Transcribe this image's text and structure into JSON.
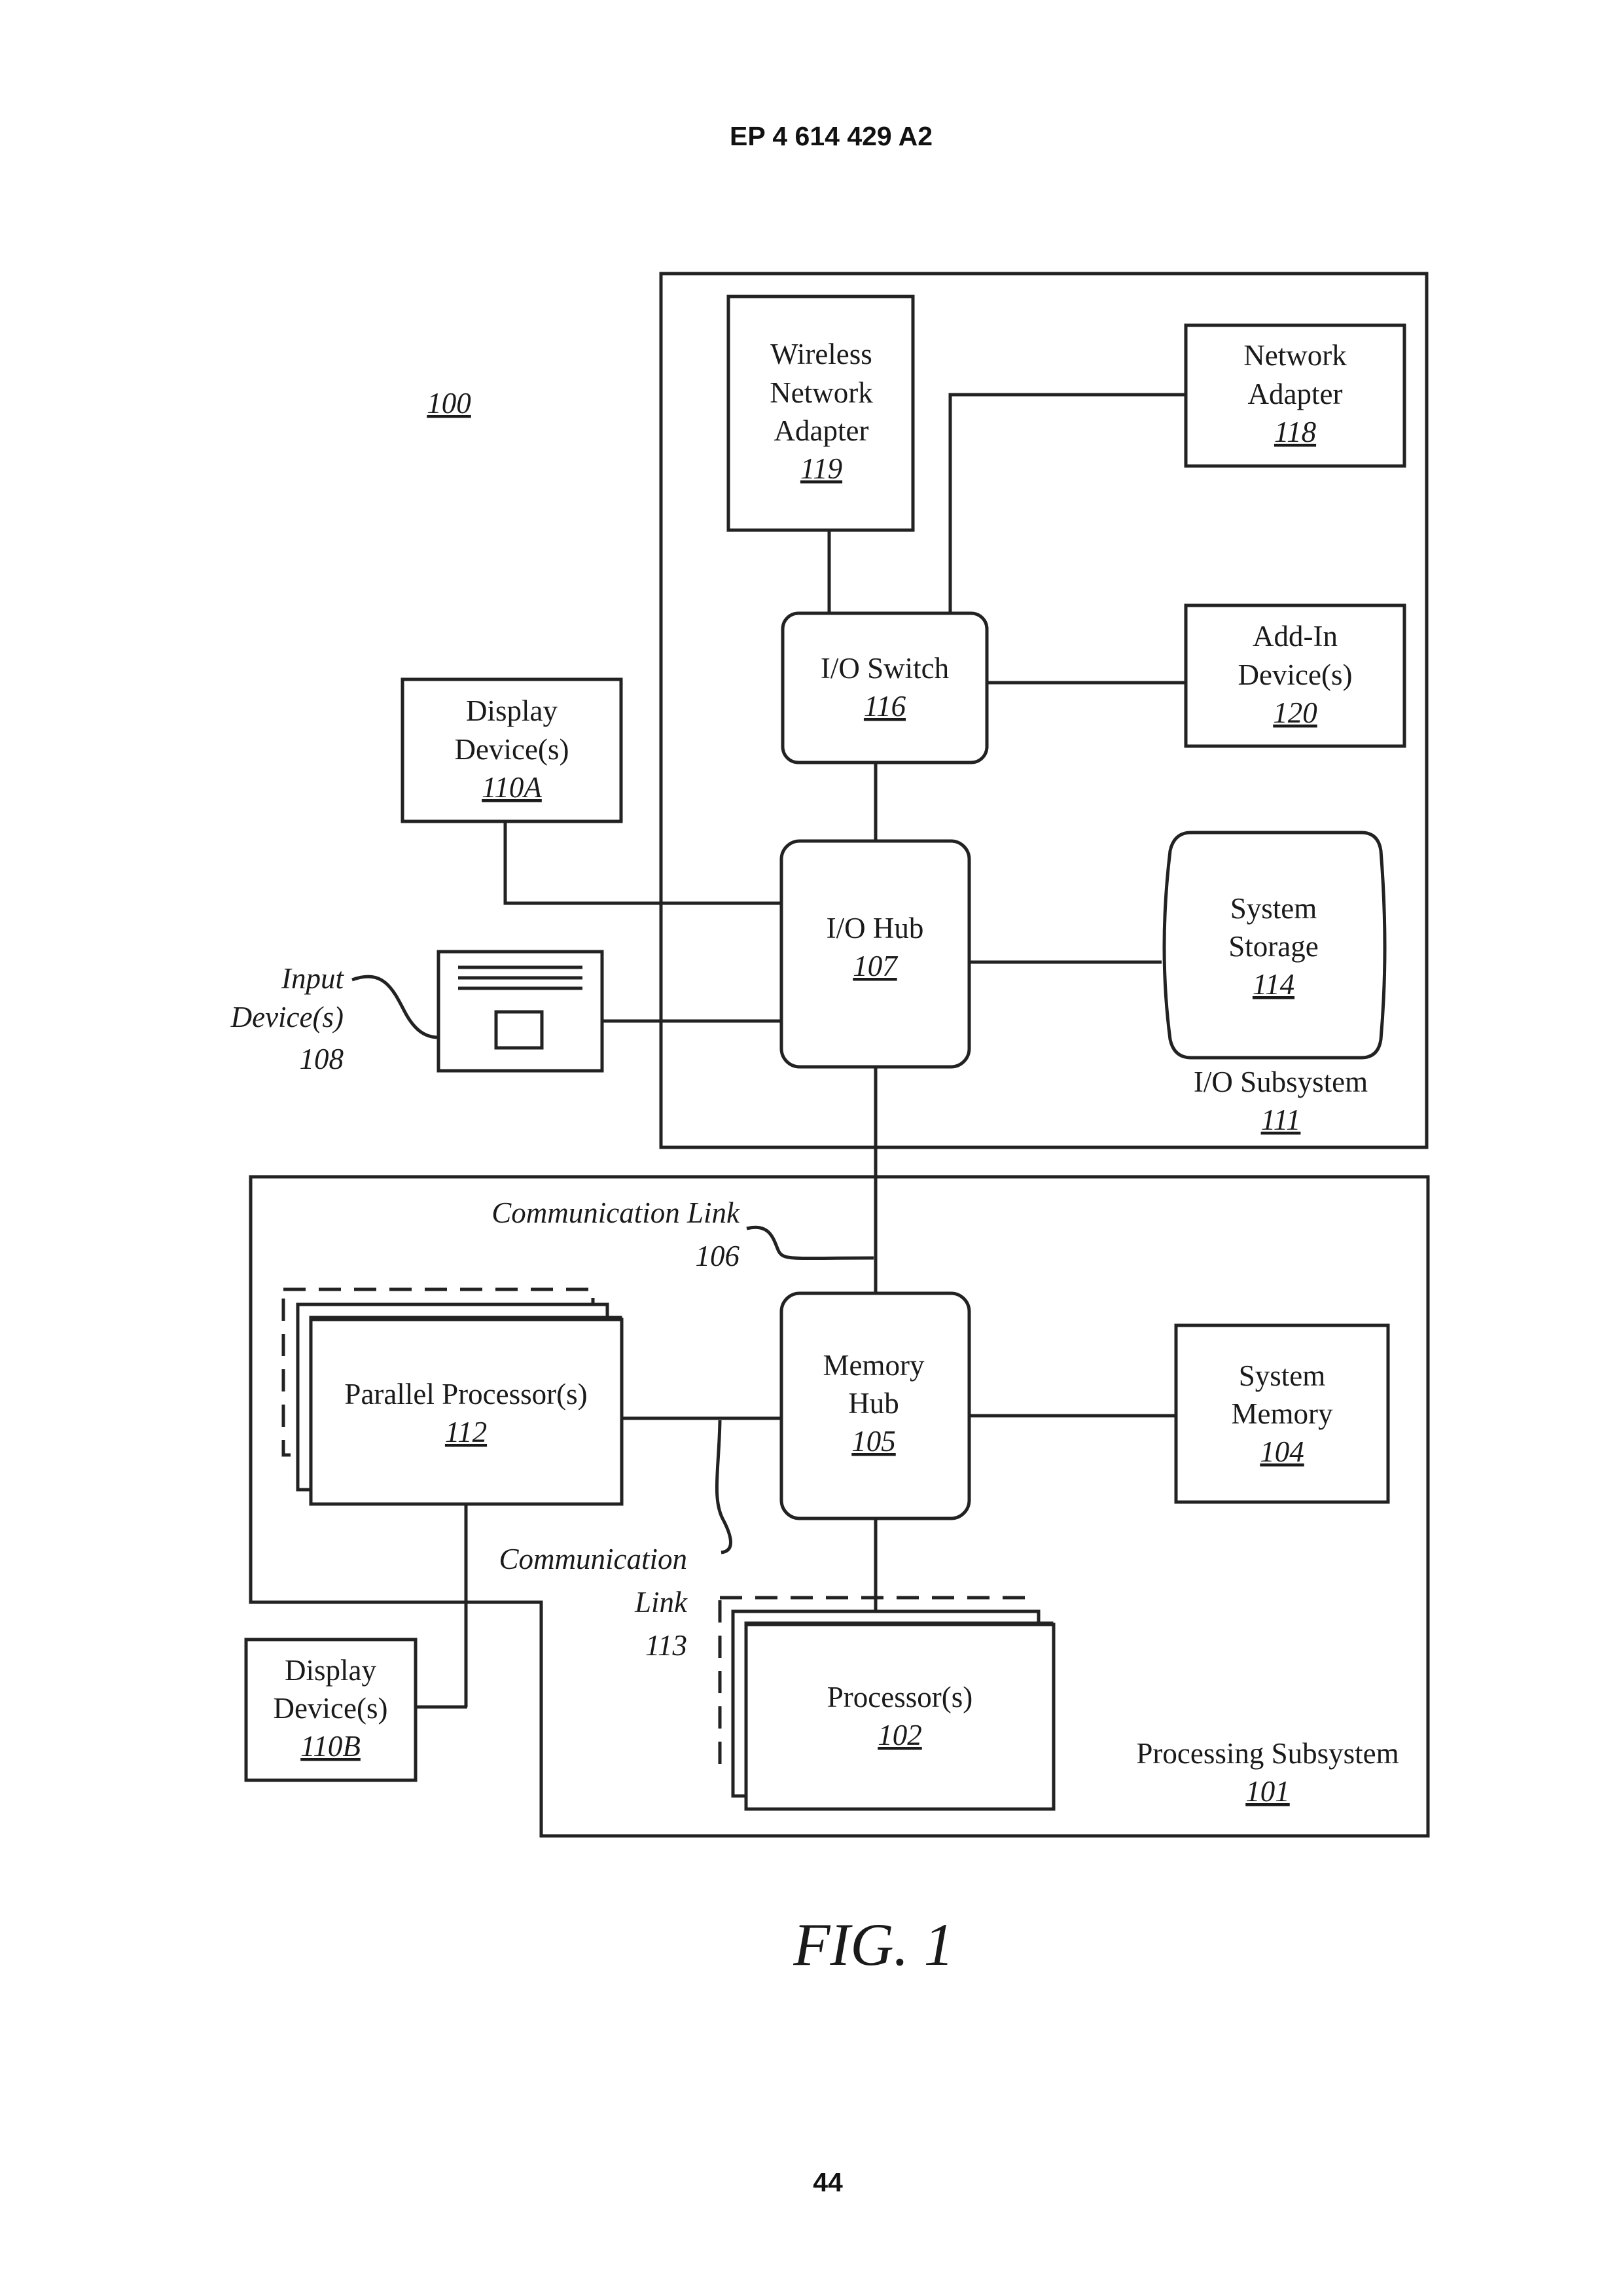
{
  "header": {
    "doc_number": "EP 4 614 429 A2"
  },
  "figure": {
    "label": "FIG. 1",
    "system_ref": "100"
  },
  "footer": {
    "page_number": "44"
  },
  "subsystems": {
    "io": {
      "label": "I/O Subsystem",
      "ref": "111"
    },
    "processing": {
      "label": "Processing Subsystem",
      "ref": "101"
    }
  },
  "components": {
    "wireless_network_adapter": {
      "lines": [
        "Wireless",
        "Network",
        "Adapter"
      ],
      "ref": "119"
    },
    "network_adapter": {
      "lines": [
        "Network",
        "Adapter"
      ],
      "ref": "118"
    },
    "io_switch": {
      "lines": [
        "I/O Switch"
      ],
      "ref": "116"
    },
    "add_in_devices": {
      "lines": [
        "Add-In",
        "Device(s)"
      ],
      "ref": "120"
    },
    "display_devices_a": {
      "lines": [
        "Display",
        "Device(s)"
      ],
      "ref": "110A"
    },
    "io_hub": {
      "lines": [
        "I/O Hub"
      ],
      "ref": "107"
    },
    "system_storage": {
      "lines": [
        "System",
        "Storage"
      ],
      "ref": "114"
    },
    "input_devices": {
      "lines": [
        "Input",
        "Device(s)"
      ],
      "ref": "108"
    },
    "memory_hub": {
      "lines": [
        "Memory",
        "Hub"
      ],
      "ref": "105"
    },
    "system_memory": {
      "lines": [
        "System",
        "Memory"
      ],
      "ref": "104"
    },
    "parallel_processors": {
      "lines": [
        "Parallel Processor(s)"
      ],
      "ref": "112"
    },
    "processors": {
      "lines": [
        "Processor(s)"
      ],
      "ref": "102"
    },
    "display_devices_b": {
      "lines": [
        "Display",
        "Device(s)"
      ],
      "ref": "110B"
    }
  },
  "links": {
    "communication_link_106": {
      "lines": [
        "Communication Link"
      ],
      "ref": "106"
    },
    "communication_link_113": {
      "lines": [
        "Communication",
        "Link"
      ],
      "ref": "113"
    }
  }
}
